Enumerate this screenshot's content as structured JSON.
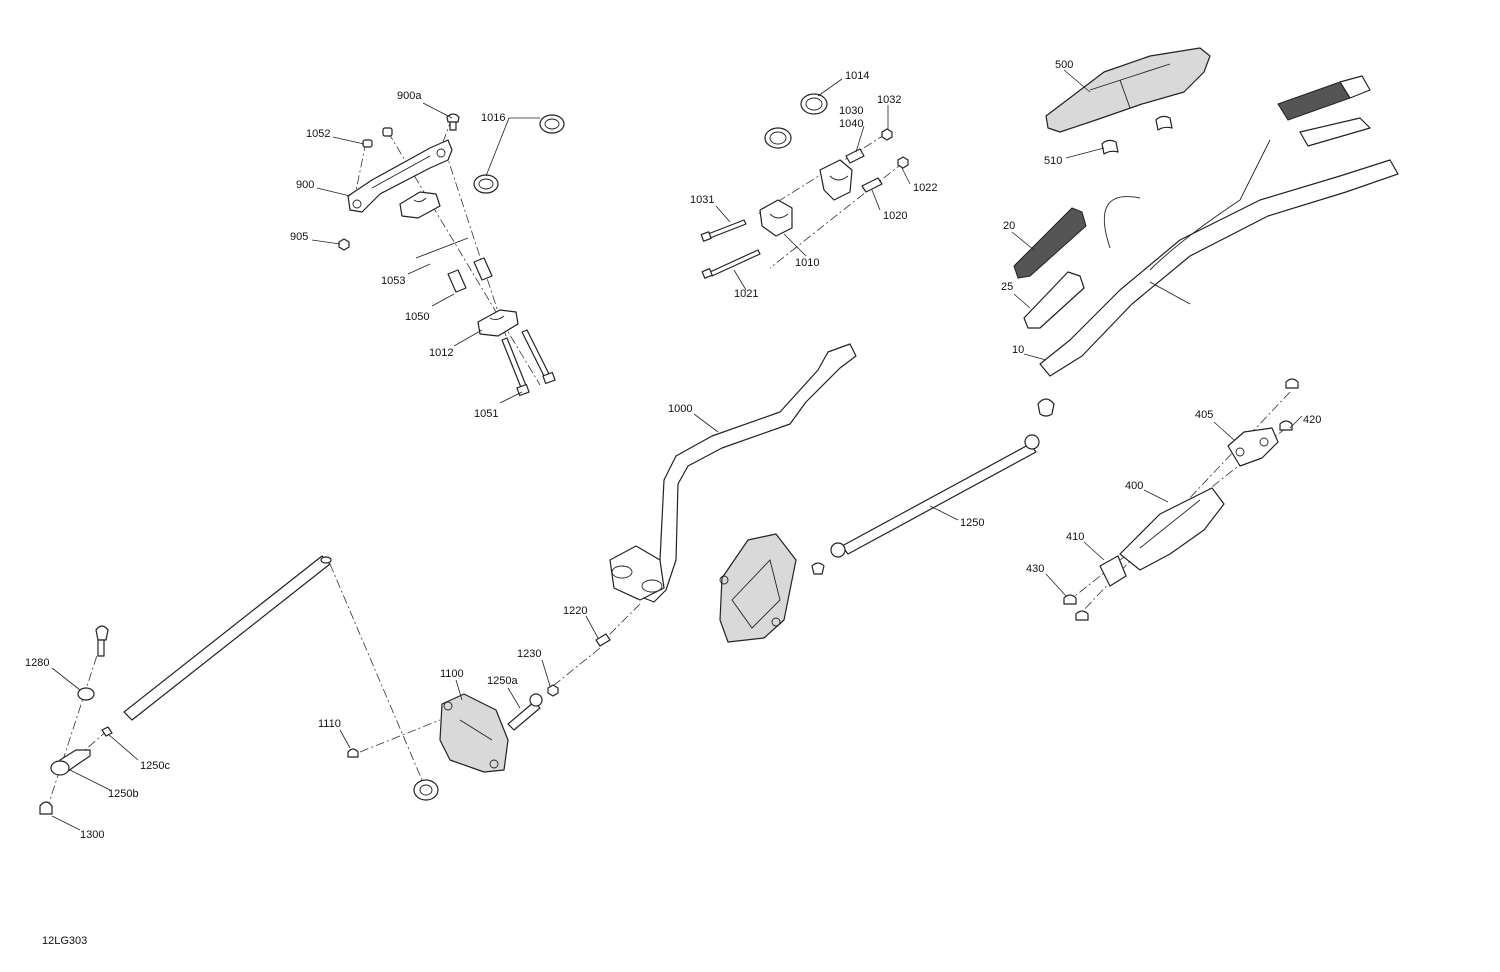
{
  "drawing_ref": "12LG303",
  "callouts": [
    {
      "id": "c-900a",
      "label": "900a"
    },
    {
      "id": "c-1016",
      "label": "1016"
    },
    {
      "id": "c-1052",
      "label": "1052"
    },
    {
      "id": "c-900",
      "label": "900"
    },
    {
      "id": "c-905",
      "label": "905"
    },
    {
      "id": "c-1053",
      "label": "1053"
    },
    {
      "id": "c-1050",
      "label": "1050"
    },
    {
      "id": "c-1012",
      "label": "1012"
    },
    {
      "id": "c-1051",
      "label": "1051"
    },
    {
      "id": "c-1014",
      "label": "1014"
    },
    {
      "id": "c-1030",
      "label": "1030"
    },
    {
      "id": "c-1040",
      "label": "1040"
    },
    {
      "id": "c-1032",
      "label": "1032"
    },
    {
      "id": "c-1022",
      "label": "1022"
    },
    {
      "id": "c-1020",
      "label": "1020"
    },
    {
      "id": "c-1031",
      "label": "1031"
    },
    {
      "id": "c-1010",
      "label": "1010"
    },
    {
      "id": "c-1021",
      "label": "1021"
    },
    {
      "id": "c-500",
      "label": "500"
    },
    {
      "id": "c-510",
      "label": "510"
    },
    {
      "id": "c-20",
      "label": "20"
    },
    {
      "id": "c-25",
      "label": "25"
    },
    {
      "id": "c-10",
      "label": "10"
    },
    {
      "id": "c-1000",
      "label": "1000"
    },
    {
      "id": "c-1250",
      "label": "1250"
    },
    {
      "id": "c-405",
      "label": "405"
    },
    {
      "id": "c-420",
      "label": "420"
    },
    {
      "id": "c-400",
      "label": "400"
    },
    {
      "id": "c-410",
      "label": "410"
    },
    {
      "id": "c-430",
      "label": "430"
    },
    {
      "id": "c-1220",
      "label": "1220"
    },
    {
      "id": "c-1230",
      "label": "1230"
    },
    {
      "id": "c-1250a",
      "label": "1250a"
    },
    {
      "id": "c-1100",
      "label": "1100"
    },
    {
      "id": "c-1110",
      "label": "1110"
    },
    {
      "id": "c-1280",
      "label": "1280"
    },
    {
      "id": "c-1250c",
      "label": "1250c"
    },
    {
      "id": "c-1250b",
      "label": "1250b"
    },
    {
      "id": "c-1300",
      "label": "1300"
    }
  ]
}
